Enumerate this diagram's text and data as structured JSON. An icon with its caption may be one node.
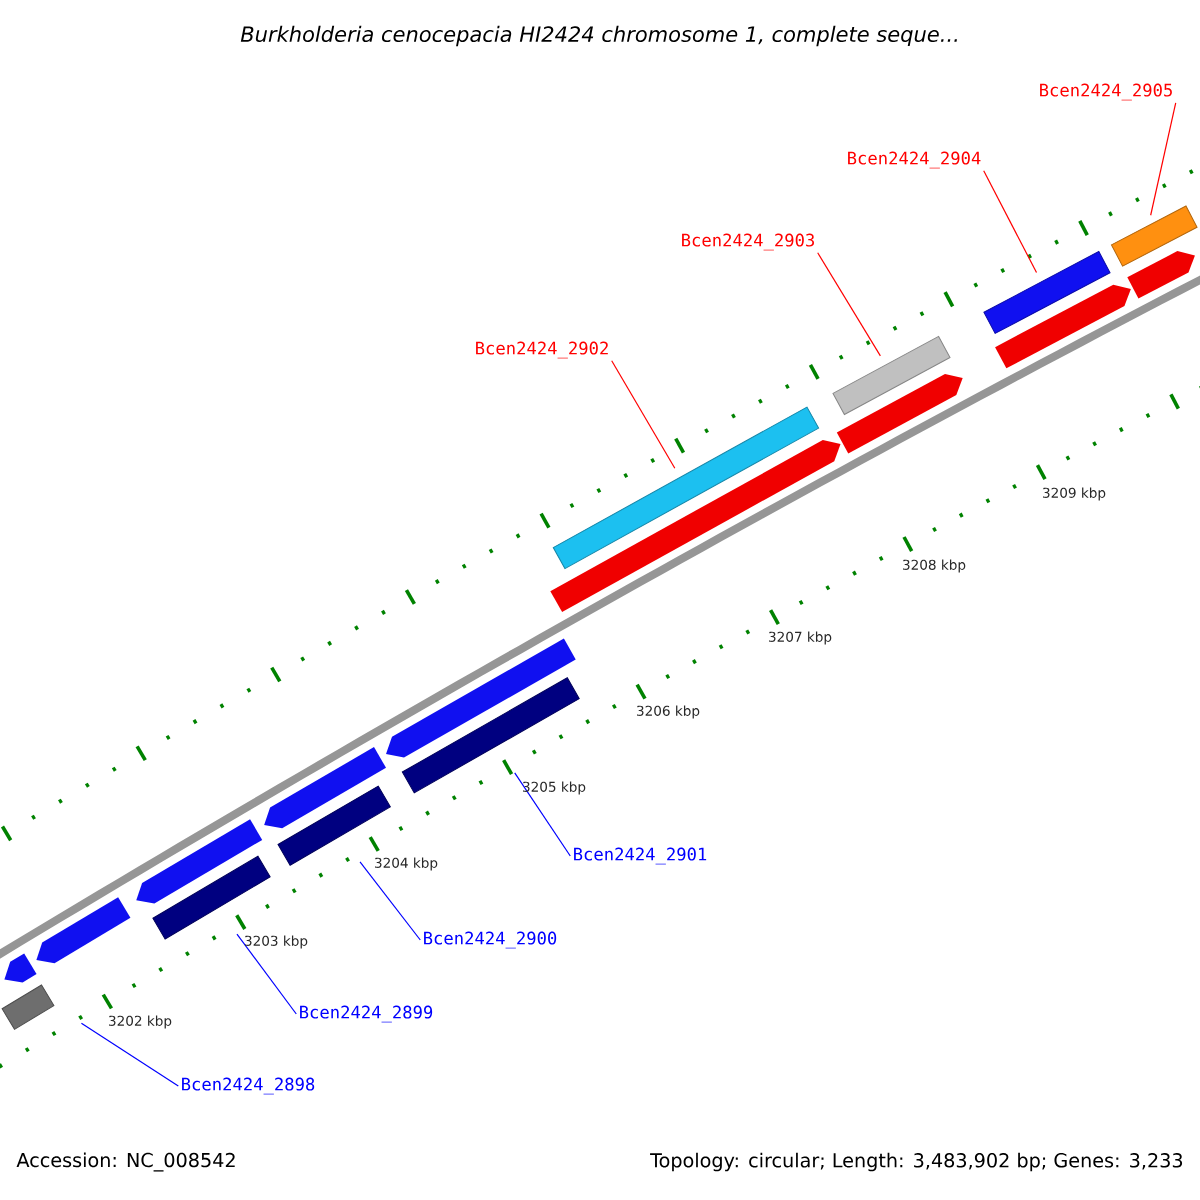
{
  "diagram": {
    "title": "Burkholderia cenocepacia HI2424 chromosome 1, complete seque...",
    "nodes": [
      {
        "text": [
          "Bcen2424_2905"
        ]
      },
      {
        "text": [
          "Bcen2424_2904"
        ]
      },
      {
        "text": [
          "Bcen2424_2903"
        ]
      },
      {
        "text": [
          "Bcen2424_2902"
        ]
      },
      {
        "text": [],
        "shape": "bar"
      },
      {
        "text": [],
        "shape": "bar"
      },
      {
        "text": [],
        "shape": "bar"
      },
      {
        "text": [],
        "shape": "bar"
      },
      {
        "text": [],
        "shape": "bar"
      },
      {
        "text": [],
        "shape": "bar"
      },
      {
        "text": [],
        "shape": "bar"
      },
      {
        "text": [],
        "shape": "bar"
      },
      {
        "text": [
          "Bcen2424_2901"
        ]
      },
      {
        "text": [
          "Bcen2424_2900"
        ]
      },
      {
        "text": [
          "Bcen2424_2899"
        ]
      },
      {
        "text": [
          "Bcen2424_2898"
        ]
      },
      {
        "text": [],
        "shape": "bar"
      },
      {
        "text": [],
        "shape": "bar"
      },
      {
        "text": [],
        "shape": "bar"
      },
      {
        "text": [],
        "shape": "bar"
      },
      {
        "text": [],
        "shape": "bar"
      },
      {
        "text": [],
        "shape": "bar"
      },
      {
        "text": [],
        "shape": "bar"
      },
      {
        "text": [],
        "shape": "bar"
      },
      {
        "text": [],
        "shape": "bar"
      }
    ],
    "edges": [
      {
        "from": 0,
        "to": 11,
        "arrow": "none"
      },
      {
        "from": 1,
        "to": 10,
        "arrow": "none"
      },
      {
        "from": 2,
        "to": 9,
        "arrow": "none"
      },
      {
        "from": 3,
        "to": 8,
        "arrow": "none"
      },
      {
        "from": 12,
        "to": 7,
        "arrow": "none",
        "color": "#0000ff"
      },
      {
        "from": 13,
        "to": 6,
        "arrow": "none",
        "color": "#0000ff"
      },
      {
        "from": 14,
        "to": 5,
        "arrow": "none",
        "color": "#0000ff"
      },
      {
        "from": 15,
        "to": 4,
        "arrow": "none",
        "color": "#0000ff"
      }
    ],
    "labels": [
      "3209 kbp",
      "3208 kbp",
      "3207 kbp",
      "3206 kbp",
      "3205 kbp",
      "3204 kbp",
      "3203 kbp",
      "3202 kbp",
      "Accession: NC_008542",
      "Topology: circular; Length: 3,483,902 bp; Genes: 3,233"
    ]
  }
}
